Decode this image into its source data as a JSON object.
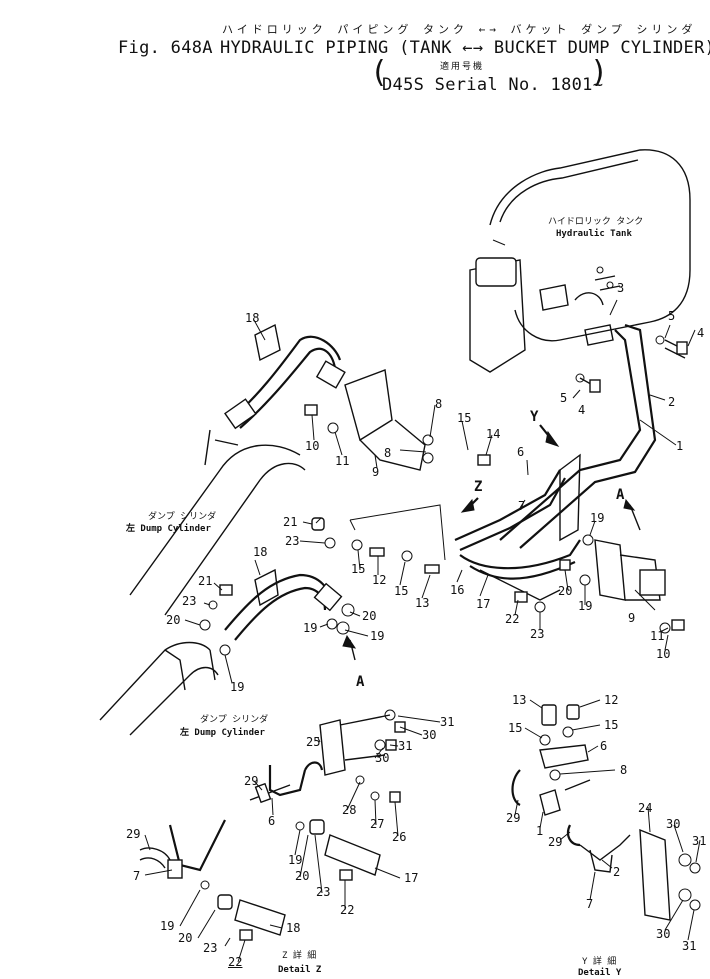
{
  "header": {
    "kana_title": "ハイドロリック パイピング タンク ←→ バケット ダンプ シリンダ",
    "fig_label": "Fig. 648A",
    "title": "HYDRAULIC PIPING (TANK ←→ BUCKET DUMP CYLINDER)",
    "applicable_jp": "適用号機",
    "serial": "D45S Serial No. 1801~"
  },
  "labels": {
    "tank_jp": "ハイドロリック タンク",
    "tank_en": "Hydraulic Tank",
    "dump_jp_1": "ダンプ シリンダ",
    "dump_en_1": "左 Dump Cylinder",
    "dump_jp_2": "ダンプ シリンダ",
    "dump_en_2": "左 Dump Cylinder",
    "detail_z_jp": "Z 詳 細",
    "detail_z_en": "Detail Z",
    "detail_y_jp": "Y 詳 細",
    "detail_y_en": "Detail Y",
    "arrow_a1": "A",
    "arrow_a2": "A",
    "arrow_y": "Y",
    "arrow_z": "Z"
  },
  "callouts": [
    "1",
    "2",
    "3",
    "4",
    "5",
    "6",
    "7",
    "8",
    "9",
    "10",
    "11",
    "12",
    "13",
    "14",
    "15",
    "16",
    "17",
    "18",
    "19",
    "20",
    "21",
    "22",
    "23",
    "24",
    "25",
    "26",
    "27",
    "28",
    "29",
    "30",
    "31"
  ]
}
